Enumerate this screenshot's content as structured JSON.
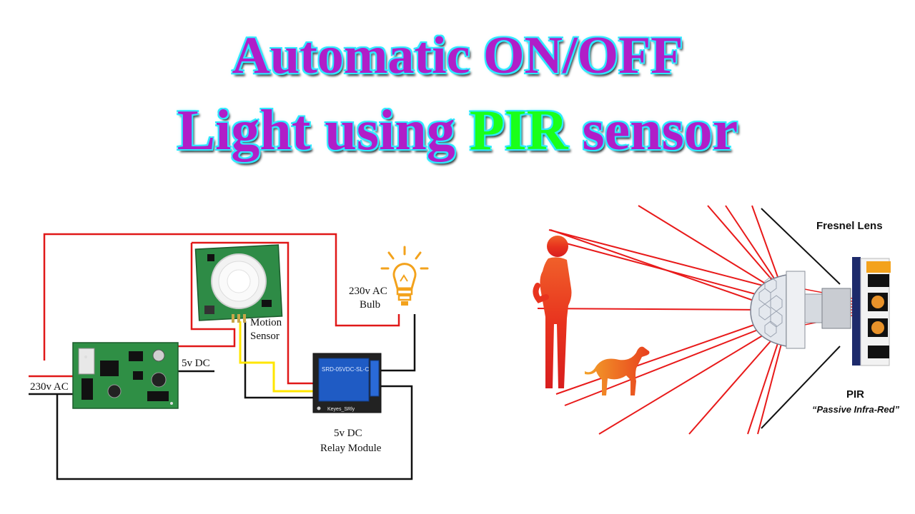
{
  "title": {
    "line1": "Automatic ON/OFF",
    "line2_before": "Light using ",
    "line2_highlight": "PIR",
    "line2_after": " sensor"
  },
  "circuit": {
    "ac_input_label": "230v  AC",
    "dc_output_label": "5v DC",
    "motion_sensor_label_1": "Motion",
    "motion_sensor_label_2": "Sensor",
    "bulb_label_1": "230v AC",
    "bulb_label_2": "Bulb",
    "relay_label_1": "5v DC",
    "relay_label_2": "Relay Module",
    "relay_print": "SRD-05VDC-SL-C",
    "relay_board_print": "Keyes_SRly"
  },
  "pir_diagram": {
    "fresnel_label": "Fresnel Lens",
    "pir_label": "PIR",
    "pir_sublabel": "“Passive Infra-Red”"
  },
  "colors": {
    "wire_red": "#e01818",
    "wire_black": "#111111",
    "wire_yellow": "#ffe600",
    "ray_red": "#e81a1a",
    "pcb_green": "#2f8f45",
    "relay_blue": "#1f5bc4",
    "title_purple": "#b01ec8",
    "title_outline": "#2ee8ff",
    "highlight_green": "#1aff1a"
  }
}
